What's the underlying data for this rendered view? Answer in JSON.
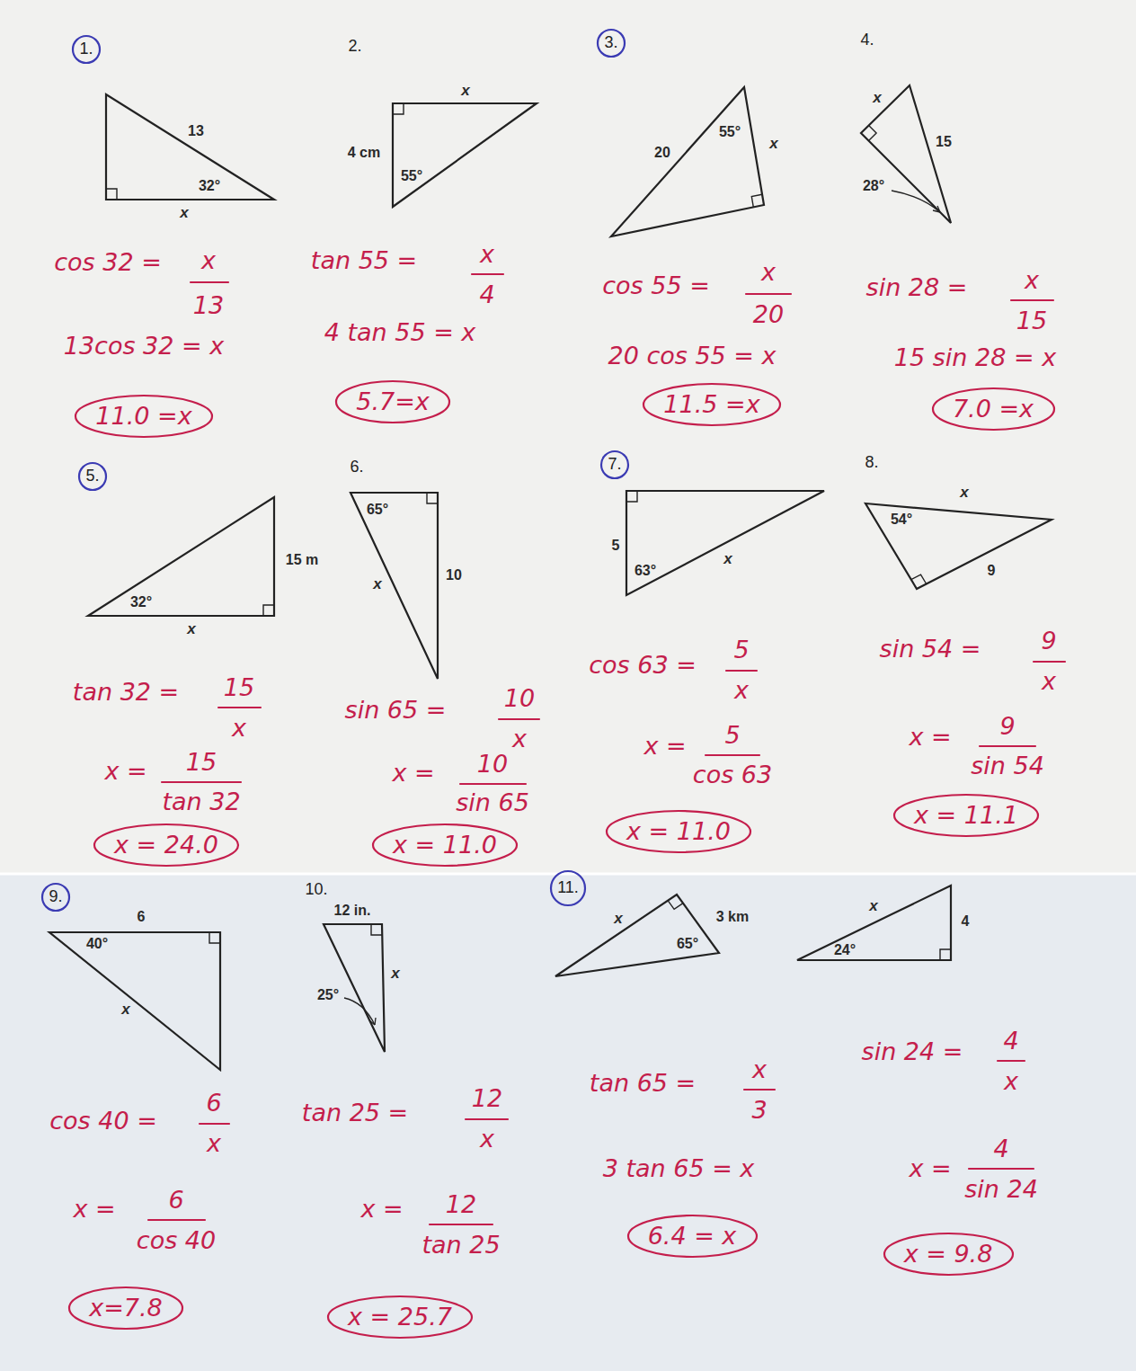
{
  "diagram": {
    "nodes": [
      {
        "text": [
          "1."
        ]
      },
      {
        "text": [
          "3."
        ]
      },
      {
        "text": [
          "11.0 =x"
        ]
      },
      {
        "text": [
          "5.7=x"
        ]
      },
      {
        "text": [
          "11.5 =x"
        ]
      },
      {
        "text": [
          "7.0 =x"
        ]
      },
      {
        "text": [
          "5."
        ]
      },
      {
        "text": [
          "7."
        ]
      },
      {
        "text": [
          "x = 24.0"
        ]
      },
      {
        "text": [
          "x = 11.0"
        ]
      },
      {
        "text": [
          "x = 11.0"
        ]
      },
      {
        "text": [
          "x = 11.1"
        ]
      },
      {
        "text": [
          "9."
        ]
      },
      {
        "text": [
          "11."
        ]
      },
      {
        "text": [
          "x=7.8"
        ]
      },
      {
        "text": [
          "x = 25.7"
        ]
      },
      {
        "text": [
          "6.4 = x"
        ]
      },
      {
        "text": [
          "x = 9.8"
        ]
      }
    ],
    "labels": [
      "2.",
      "4.",
      "6.",
      "8.",
      "10.",
      "13",
      "32°",
      "x",
      "cos 32 =",
      "x",
      "13",
      "13cos 32 = x",
      "x",
      "4 cm",
      "55°",
      "tan 55 =",
      "x",
      "4",
      "4 tan 55 = x",
      "20",
      "55°",
      "x",
      "cos 55 =",
      "x",
      "20",
      "20 cos 55 = x",
      "x",
      "15",
      "28°",
      "sin 28 =",
      "x",
      "15",
      "15 sin 28 = x",
      "15 m",
      "32°",
      "x",
      "tan 32 =",
      "15",
      "x",
      "x =",
      "15",
      "tan 32",
      "65°",
      "x",
      "10",
      "sin 65 =",
      "10",
      "x",
      "x =",
      "10",
      "sin 65",
      "5",
      "63°",
      "x",
      "cos 63 =",
      "5",
      "x",
      "x =",
      "5",
      "cos 63",
      "54°",
      "x",
      "9",
      "sin 54 =",
      "9",
      "x",
      "x =",
      "9",
      "sin 54",
      "6",
      "40°",
      "x",
      "cos 40 =",
      "6",
      "x",
      "x =",
      "6",
      "cos 40",
      "12 in.",
      "x",
      "25°",
      "tan 25 =",
      "12",
      "x",
      "x =",
      "12",
      "tan 25",
      "x",
      "3 km",
      "65°",
      "tan 65 =",
      "x",
      "3",
      "3 tan 65 = x",
      "x",
      "4",
      "24°",
      "sin 24 =",
      "4",
      "x",
      "x =",
      "4",
      "sin 24"
    ]
  }
}
